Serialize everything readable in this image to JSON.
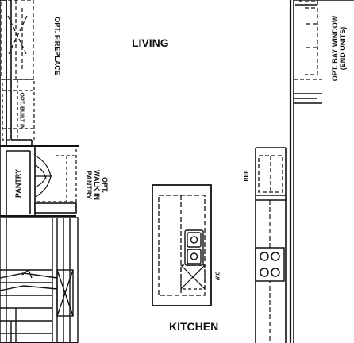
{
  "rooms": {
    "living": "LIVING",
    "kitchen": "KITCHEN",
    "pantry": "PANTRY"
  },
  "options": {
    "fireplace": "OPT. FIREPLACE",
    "built_in": "OPT. BUILT IN",
    "walk_in_pantry": [
      "OPT.",
      "WALK IN",
      "PANTRY"
    ],
    "bay_window": [
      "OPT. BAY WINDOW",
      "(END UNITS)"
    ]
  },
  "appliances": {
    "refrigerator": "REF",
    "dishwasher": "DW"
  },
  "colors": {
    "line": "#111111",
    "background": "#ffffff"
  }
}
